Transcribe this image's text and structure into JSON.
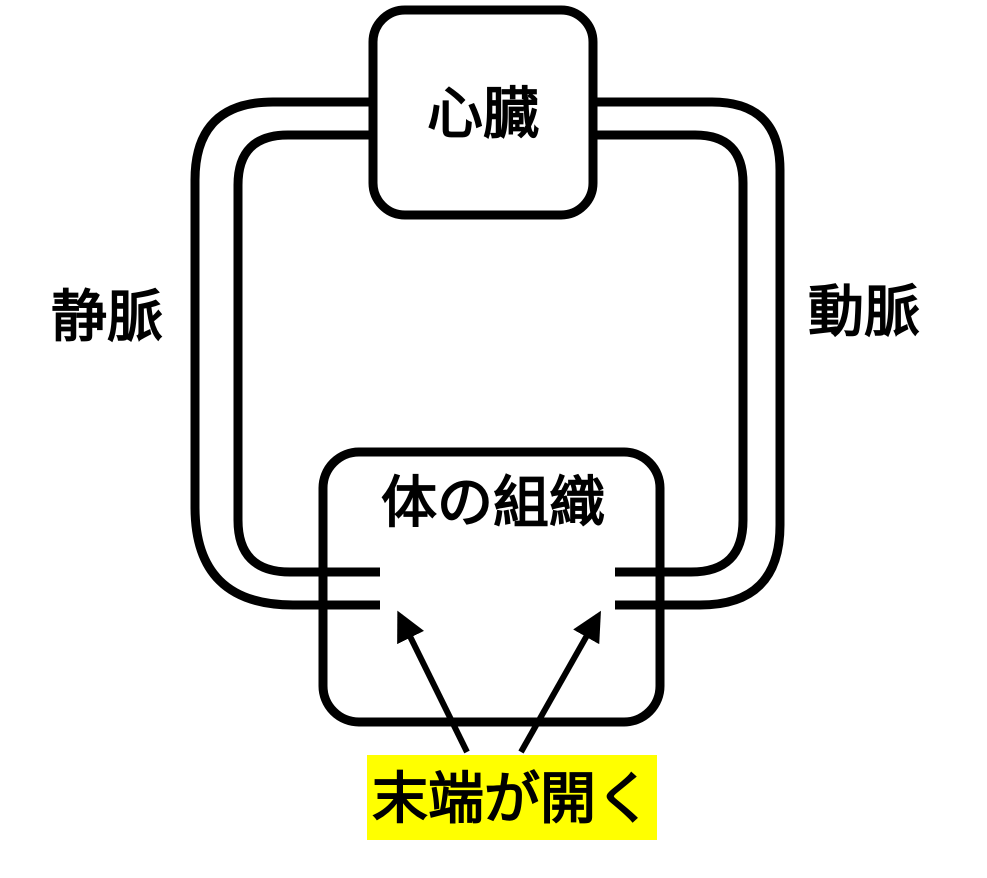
{
  "labels": {
    "heart": "心臓",
    "vein": "静脈",
    "artery": "動脈",
    "tissue": "体の組織",
    "callout": "末端が開く"
  },
  "colors": {
    "stroke": "#000000",
    "background": "#ffffff",
    "callout_highlight": "#ffff00"
  }
}
